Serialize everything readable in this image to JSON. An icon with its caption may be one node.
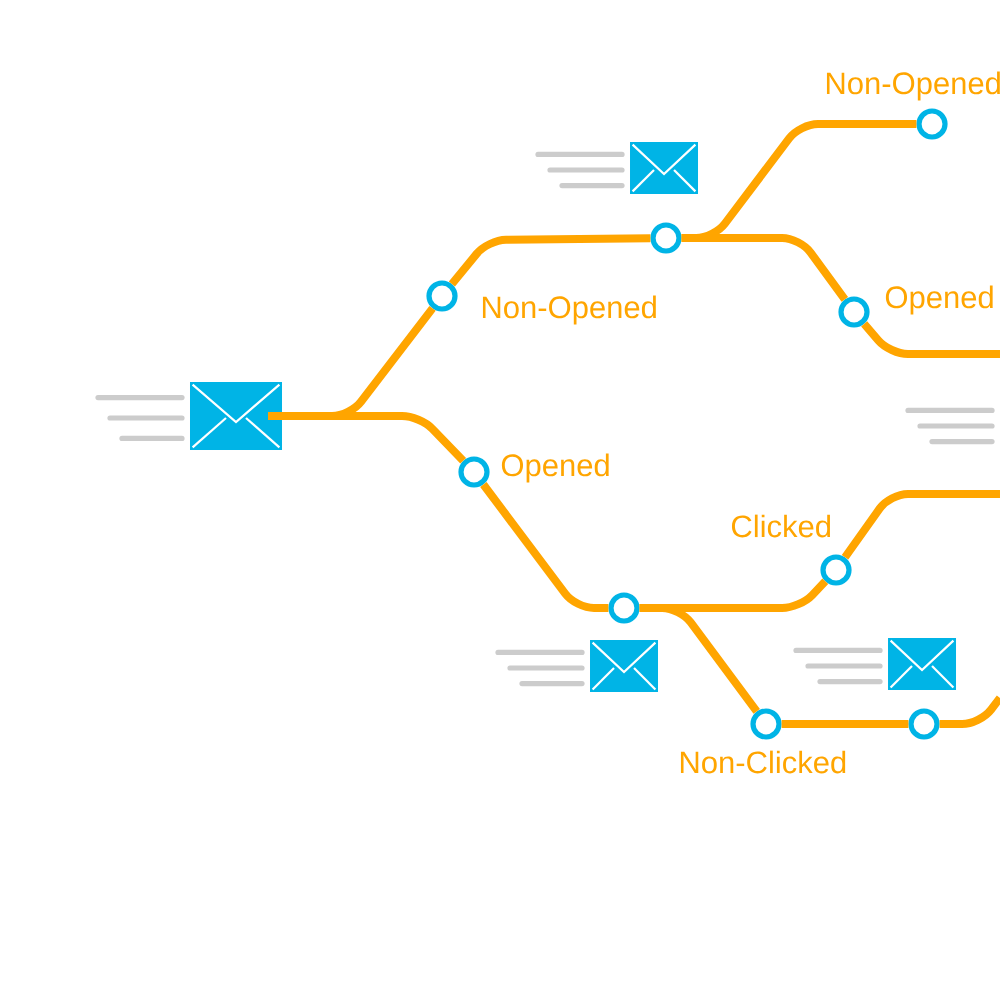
{
  "diagram": {
    "nodes": [
      {
        "text": [],
        "shape": "envelope"
      },
      {
        "text": [],
        "shape": "circle",
        "beside": [
          "Non-Opened"
        ]
      },
      {
        "text": [],
        "shape": "circle",
        "beside": [
          "Opened"
        ]
      },
      {
        "text": [],
        "shape": "circle"
      },
      {
        "text": [],
        "shape": "circle",
        "beside": [
          "Non-Opened"
        ]
      },
      {
        "text": [],
        "shape": "circle",
        "beside": [
          "Opened"
        ]
      },
      {
        "text": [],
        "shape": "circle"
      },
      {
        "text": [],
        "shape": "circle",
        "beside": [
          "Clicked"
        ]
      },
      {
        "text": [],
        "shape": "circle",
        "beside": [
          "Non-Clicked"
        ]
      },
      {
        "text": [],
        "shape": "circle"
      }
    ],
    "edges": [
      {
        "from": 0,
        "to": 1,
        "arrow": "none"
      },
      {
        "from": 0,
        "to": 2,
        "arrow": "none"
      },
      {
        "from": 1,
        "to": 3,
        "arrow": "none"
      },
      {
        "from": 3,
        "to": 4,
        "arrow": "none"
      },
      {
        "from": 3,
        "to": 5,
        "arrow": "none"
      },
      {
        "from": 5,
        "to": null,
        "arrow": "none"
      },
      {
        "from": 2,
        "to": 6,
        "arrow": "none"
      },
      {
        "from": 6,
        "to": 7,
        "arrow": "none"
      },
      {
        "from": 7,
        "to": null,
        "arrow": "none"
      },
      {
        "from": 6,
        "to": 8,
        "arrow": "none"
      },
      {
        "from": 8,
        "to": 9,
        "arrow": "none"
      },
      {
        "from": 9,
        "to": null,
        "arrow": "none"
      }
    ]
  }
}
